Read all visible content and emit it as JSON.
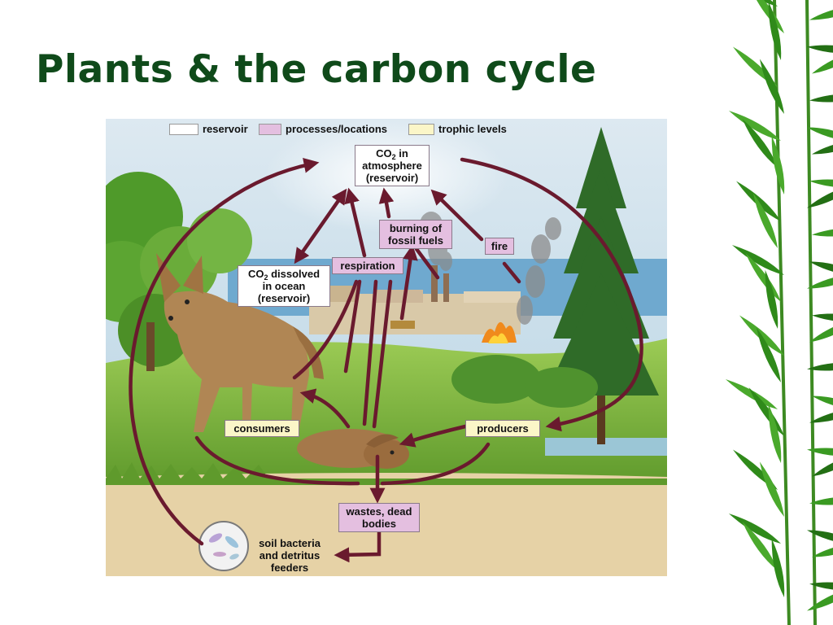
{
  "slide": {
    "title": "Plants & the carbon cycle"
  },
  "legend": [
    {
      "label": "reservoir",
      "color": "#ffffff"
    },
    {
      "label": "processes/locations",
      "color": "#e4bfe0"
    },
    {
      "label": "trophic levels",
      "color": "#fbf6c8"
    }
  ],
  "nodes": {
    "co2_atmosphere": {
      "line1_pre": "CO",
      "line1_sub": "2",
      "line1_post": " in",
      "line2": "atmosphere",
      "line3": "(reservoir)"
    },
    "co2_ocean": {
      "line1_pre": "CO",
      "line1_sub": "2",
      "line1_post": " dissolved",
      "line2": "in ocean",
      "line3": "(reservoir)"
    },
    "burning": {
      "line1": "burning of",
      "line2": "fossil fuels"
    },
    "fire": {
      "label": "fire"
    },
    "respiration": {
      "label": "respiration"
    },
    "consumers": {
      "label": "consumers"
    },
    "producers": {
      "label": "producers"
    },
    "wastes": {
      "line1": "wastes, dead",
      "line2": "bodies"
    },
    "soil": {
      "line1": "soil bacteria",
      "line2": "and detritus",
      "line3": "feeders"
    }
  },
  "colors": {
    "title": "#0f4a1a",
    "arrow": "#6a1a2e",
    "reservoir": "#ffffff",
    "process": "#e4bfe0",
    "trophic": "#fbf6c8",
    "sky": "#cfe3ee",
    "grass": "#7fb63c",
    "soil": "#e6d2a6",
    "bamboo": "#2f8a1a"
  }
}
